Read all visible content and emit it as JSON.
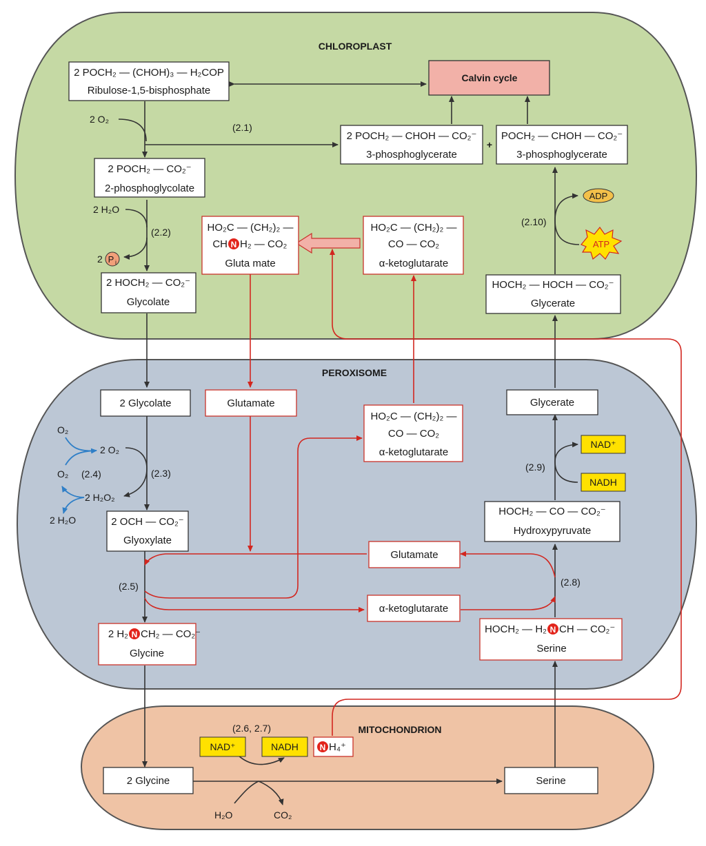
{
  "compartments": {
    "chloroplast": "CHLOROPLAST",
    "peroxisome": "PEROXISOME",
    "mitochondrion": "MITOCHONDRION"
  },
  "molecules": {
    "rubp_formula": "2 POCH₂ — (CHOH)₃ — H₂COP",
    "rubp_name": "Ribulose-1,5-bisphosphate",
    "calvin": "Calvin cycle",
    "pg3_left_formula": "2 POCH₂ — CHOH — CO₂⁻",
    "pg3_left_name": "3-phosphoglycerate",
    "plus": "+",
    "pg3_right_formula": "POCH₂ — CHOH — CO₂⁻",
    "pg3_right_name": "3-phosphoglycerate",
    "pglycolate_formula": "2 POCH₂ — CO₂⁻",
    "pglycolate_name": "2-phosphoglycolate",
    "glu_c_line1": "HO₂C — (CH₂)₂ —",
    "glu_c_line2_pre": "CH",
    "glu_c_line2_post": "H₂ — CO₂",
    "glu_c_name": "Gluta mate",
    "akg_c_line1": "HO₂C — (CH₂)₂ —",
    "akg_c_line2": "CO — CO₂",
    "akg_c_name": "α-ketoglutarate",
    "glycolate_c_formula": "2 HOCH₂ — CO₂⁻",
    "glycolate_c_name": "Glycolate",
    "glycerate_c_formula": "HOCH₂ — HOCH — CO₂⁻",
    "glycerate_c_name": "Glycerate",
    "glycolate_p": "2 Glycolate",
    "glutamate_p_top": "Glutamate",
    "akg_p_line1": "HO₂C — (CH₂)₂ —",
    "akg_p_line2": "CO — CO₂",
    "akg_p_name": "α-ketoglutarate",
    "glycerate_p": "Glycerate",
    "glyoxylate_formula": "2 OCH — CO₂⁻",
    "glyoxylate_name": "Glyoxylate",
    "hydroxypyruvate_formula": "HOCH₂ — CO — CO₂⁻",
    "hydroxypyruvate_name": "Hydroxypyruvate",
    "glutamate_p_mid": "Glutamate",
    "akg_p_mid": "α-ketoglutarate",
    "glycine_p_pre": "2 H₂",
    "glycine_p_post": "CH₂ — CO₂⁻",
    "glycine_p_name": "Glycine",
    "serine_p_pre": "HOCH₂ — H₂",
    "serine_p_post": "CH — CO₂⁻",
    "serine_p_name": "Serine",
    "glycine_m": "2 Glycine",
    "serine_m": "Serine"
  },
  "labels": {
    "o2_in": "2 O₂",
    "h2o_in": "2 H₂O",
    "pi_pre": "2",
    "pi": "P",
    "pi_sub": "i",
    "o2_a": "O₂",
    "o2_b": "O₂",
    "o2_2": "2 O₂",
    "h2o2": "2 H₂O₂",
    "h2o_out": "2 H₂O",
    "h2o_m": "H₂O",
    "co2_m": "CO₂",
    "nh4_sym": "N",
    "nh4_rest": "H₄⁺",
    "n_glu": "N",
    "n_gly": "N",
    "n_ser": "N"
  },
  "reactions": {
    "r21": "(2.1)",
    "r22": "(2.2)",
    "r23": "(2.3)",
    "r24": "(2.4)",
    "r25": "(2.5)",
    "r267": "(2.6, 2.7)",
    "r28": "(2.8)",
    "r29": "(2.9)",
    "r210": "(2.10)"
  },
  "cofactors": {
    "adp": "ADP",
    "atp": "ATP",
    "nad_p": "NAD⁺",
    "nadh_p": "NADH",
    "nad_m": "NAD⁺",
    "nadh_m": "NADH"
  },
  "colors": {
    "chloroplast_fill": "#c5d9a4",
    "peroxisome_fill": "#bcc7d5",
    "mitochondrion_fill": "#efc3a5",
    "calvin_fill": "#f2b1a8",
    "red_arrow": "#d2261f",
    "blue_arrow": "#2f7fc7",
    "cofactor_yellow": "#ffe100",
    "adp_fill": "#f3c04a",
    "n_badge": "#e2241b"
  }
}
